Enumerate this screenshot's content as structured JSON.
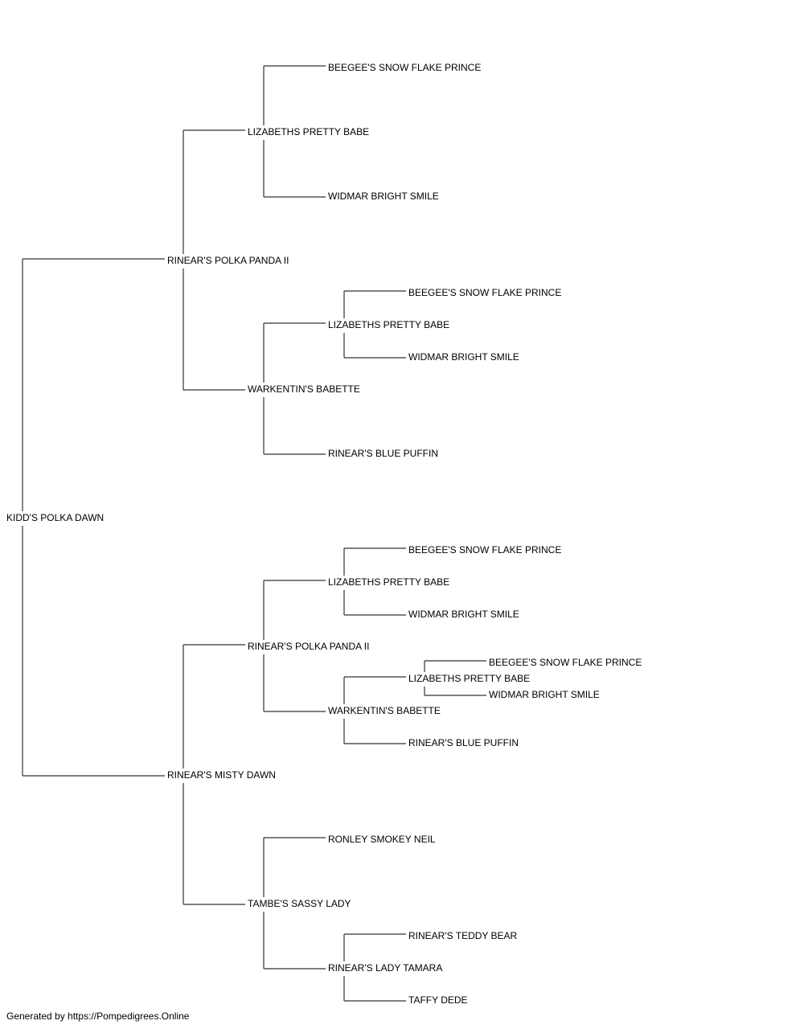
{
  "pedigree": {
    "name": "KIDD'S POLKA DAWN",
    "sire": {
      "name": "RINEAR'S POLKA PANDA II",
      "sire": {
        "name": "LIZABETHS PRETTY BABE",
        "sire": {
          "name": "BEEGEE'S SNOW FLAKE PRINCE"
        },
        "dam": {
          "name": "WIDMAR BRIGHT SMILE"
        }
      },
      "dam": {
        "name": "WARKENTIN'S BABETTE",
        "sire": {
          "name": "LIZABETHS PRETTY BABE",
          "sire": {
            "name": "BEEGEE'S SNOW FLAKE PRINCE"
          },
          "dam": {
            "name": "WIDMAR BRIGHT SMILE"
          }
        },
        "dam": {
          "name": "RINEAR'S BLUE PUFFIN"
        }
      }
    },
    "dam": {
      "name": "RINEAR'S MISTY DAWN",
      "sire": {
        "name": "RINEAR'S POLKA PANDA II",
        "sire": {
          "name": "LIZABETHS PRETTY BABE",
          "sire": {
            "name": "BEEGEE'S SNOW FLAKE PRINCE"
          },
          "dam": {
            "name": "WIDMAR BRIGHT SMILE"
          }
        },
        "dam": {
          "name": "WARKENTIN'S BABETTE",
          "sire": {
            "name": "LIZABETHS PRETTY BABE",
            "sire": {
              "name": "BEEGEE'S SNOW FLAKE PRINCE"
            },
            "dam": {
              "name": "WIDMAR BRIGHT SMILE"
            }
          },
          "dam": {
            "name": "RINEAR'S BLUE PUFFIN"
          }
        }
      },
      "dam": {
        "name": "TAMBE'S SASSY LADY",
        "sire": {
          "name": "RONLEY SMOKEY NEIL"
        },
        "dam": {
          "name": "RINEAR'S LADY TAMARA",
          "sire": {
            "name": "RINEAR'S TEDDY BEAR"
          },
          "dam": {
            "name": "TAFFY DEDE"
          }
        }
      }
    }
  },
  "footer": "Generated by https://Pompedigrees.Online"
}
